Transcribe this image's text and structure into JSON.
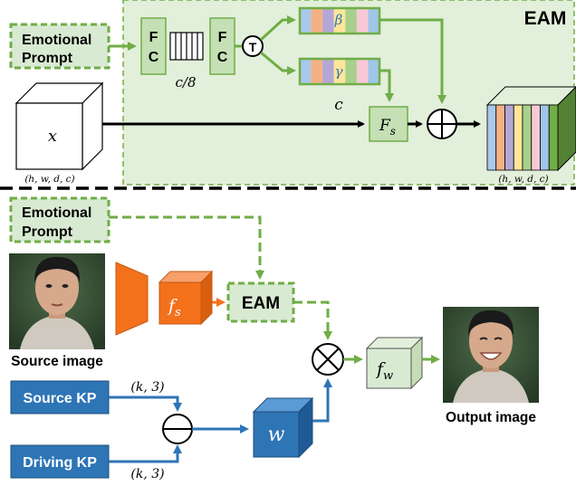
{
  "eam_panel": {
    "title": "EAM",
    "emotional_prompt": [
      "Emotional",
      "Prompt"
    ],
    "fc_letters": [
      "F",
      "C"
    ],
    "reduction_label": "c/8",
    "t_symbol": "T",
    "beta": "β",
    "gamma": "γ",
    "channel_label": "c",
    "input_label": "x",
    "input_dims": "(h, w, d, c)",
    "fs_label": "F",
    "fs_sub": "s",
    "output_dims": "(h, w, d, c)"
  },
  "pipeline": {
    "emotional_prompt": [
      "Emotional",
      "Prompt"
    ],
    "source_image_label": "Source image",
    "fs_label": "f",
    "fs_sub": "s",
    "eam_label": "EAM",
    "fw_label": "f",
    "fw_sub": "w",
    "output_image_label": "Output image",
    "source_kp_label": "Source KP",
    "driving_kp_label": "Driving KP",
    "kp_dims_top": "(k, 3)",
    "kp_dims_bottom": "(k, 3)",
    "w_label": "w"
  },
  "colors": {
    "panel_bg": "#e2efda",
    "green": "#70ad47",
    "green_box": "#d9ead3",
    "blue": "#2e75b6",
    "orange": "#f4711c",
    "stripes": [
      "#a9c8ea",
      "#f4b183",
      "#b4a7d6",
      "#ffe699",
      "#a8d08d",
      "#f8c9d4",
      "#9fc5e8"
    ]
  }
}
